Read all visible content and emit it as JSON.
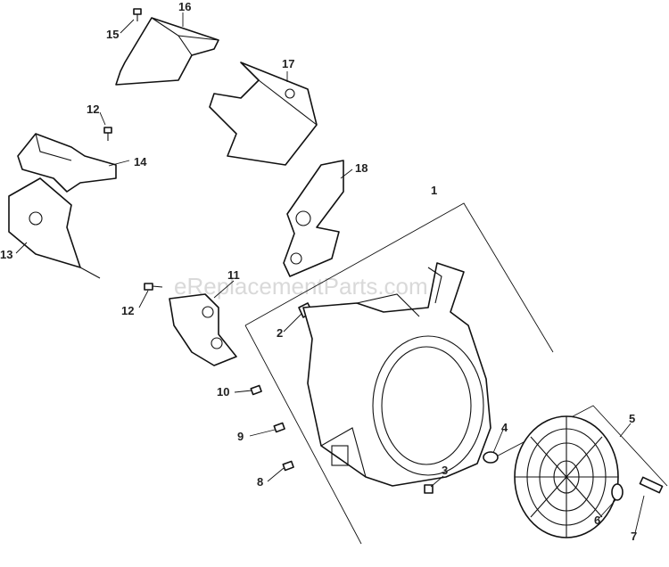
{
  "watermark": "eReplacementParts.com",
  "callouts": {
    "c1": "1",
    "c2": "2",
    "c3": "3",
    "c4": "4",
    "c5": "5",
    "c6": "6",
    "c7": "7",
    "c8": "8",
    "c9": "9",
    "c10": "10",
    "c11": "11",
    "c12a": "12",
    "c12b": "12",
    "c13": "13",
    "c14": "14",
    "c15": "15",
    "c16": "16",
    "c17": "17",
    "c18": "18"
  }
}
